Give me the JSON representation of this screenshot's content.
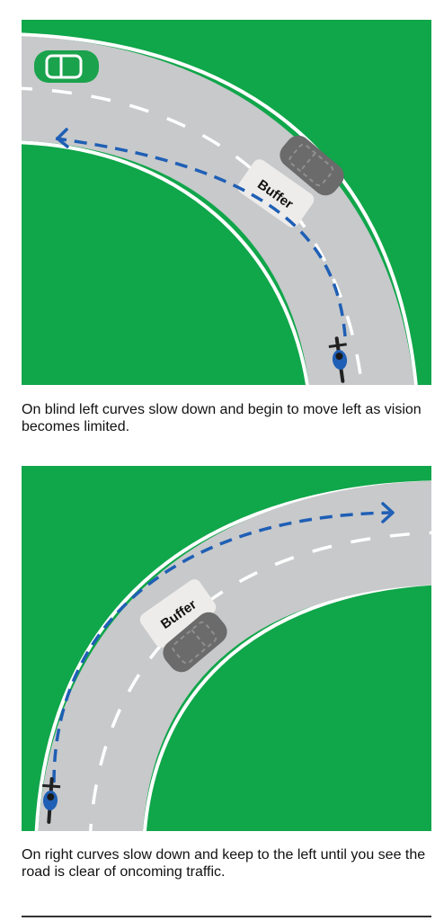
{
  "panels": [
    {
      "buffer_label": "Buffer",
      "caption": "On blind left curves slow down and begin to move left as vision becomes limited."
    },
    {
      "buffer_label": "Buffer",
      "caption": "On right curves slow down and keep to the left until you see the road is clear of oncoming traffic."
    }
  ],
  "colors": {
    "grass": "#10a64a",
    "road": "#c7c9cb",
    "edge_line": "#ffffff",
    "path": "#1f5fb5",
    "buffer": "#eeeceb",
    "vehicle": "#6b6b6b",
    "car": "#1aa24c"
  },
  "icons": [
    "green-car-icon",
    "grey-car-icon",
    "motorcycle-icon",
    "arrow-head-icon"
  ]
}
